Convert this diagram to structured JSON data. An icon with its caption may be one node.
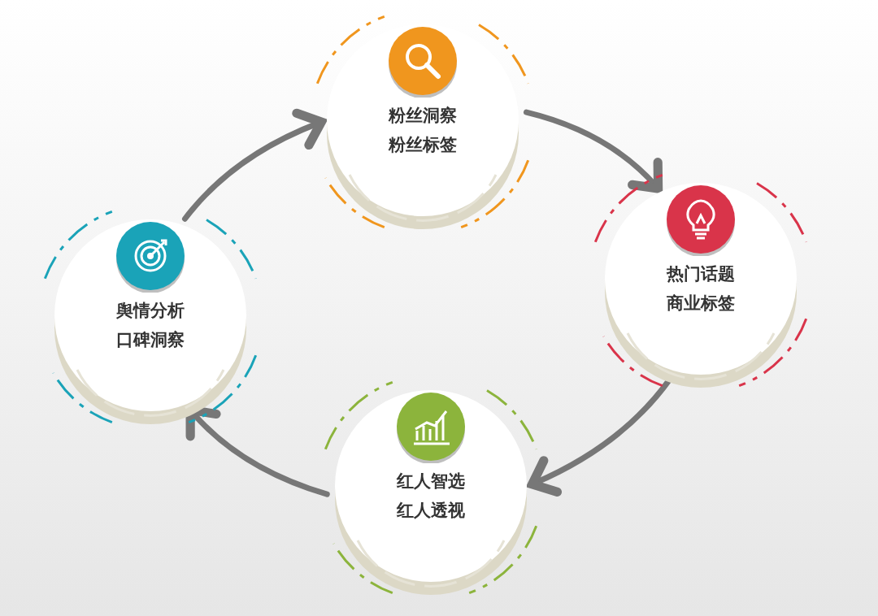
{
  "diagram": {
    "nodes": [
      {
        "text": [
          "舆情分析",
          "口碑洞察"
        ]
      },
      {
        "text": [
          "粉丝洞察",
          "粉丝标签"
        ]
      },
      {
        "text": [
          "热门话题",
          "商业标签"
        ]
      },
      {
        "text": [
          "红人智选",
          "红人透视"
        ]
      }
    ],
    "edges": [
      {
        "from": 0,
        "to": 1,
        "arrow": "to"
      },
      {
        "from": 1,
        "to": 2,
        "arrow": "to"
      },
      {
        "from": 2,
        "to": 3,
        "arrow": "to"
      },
      {
        "from": 3,
        "to": 0,
        "arrow": "to"
      }
    ]
  }
}
